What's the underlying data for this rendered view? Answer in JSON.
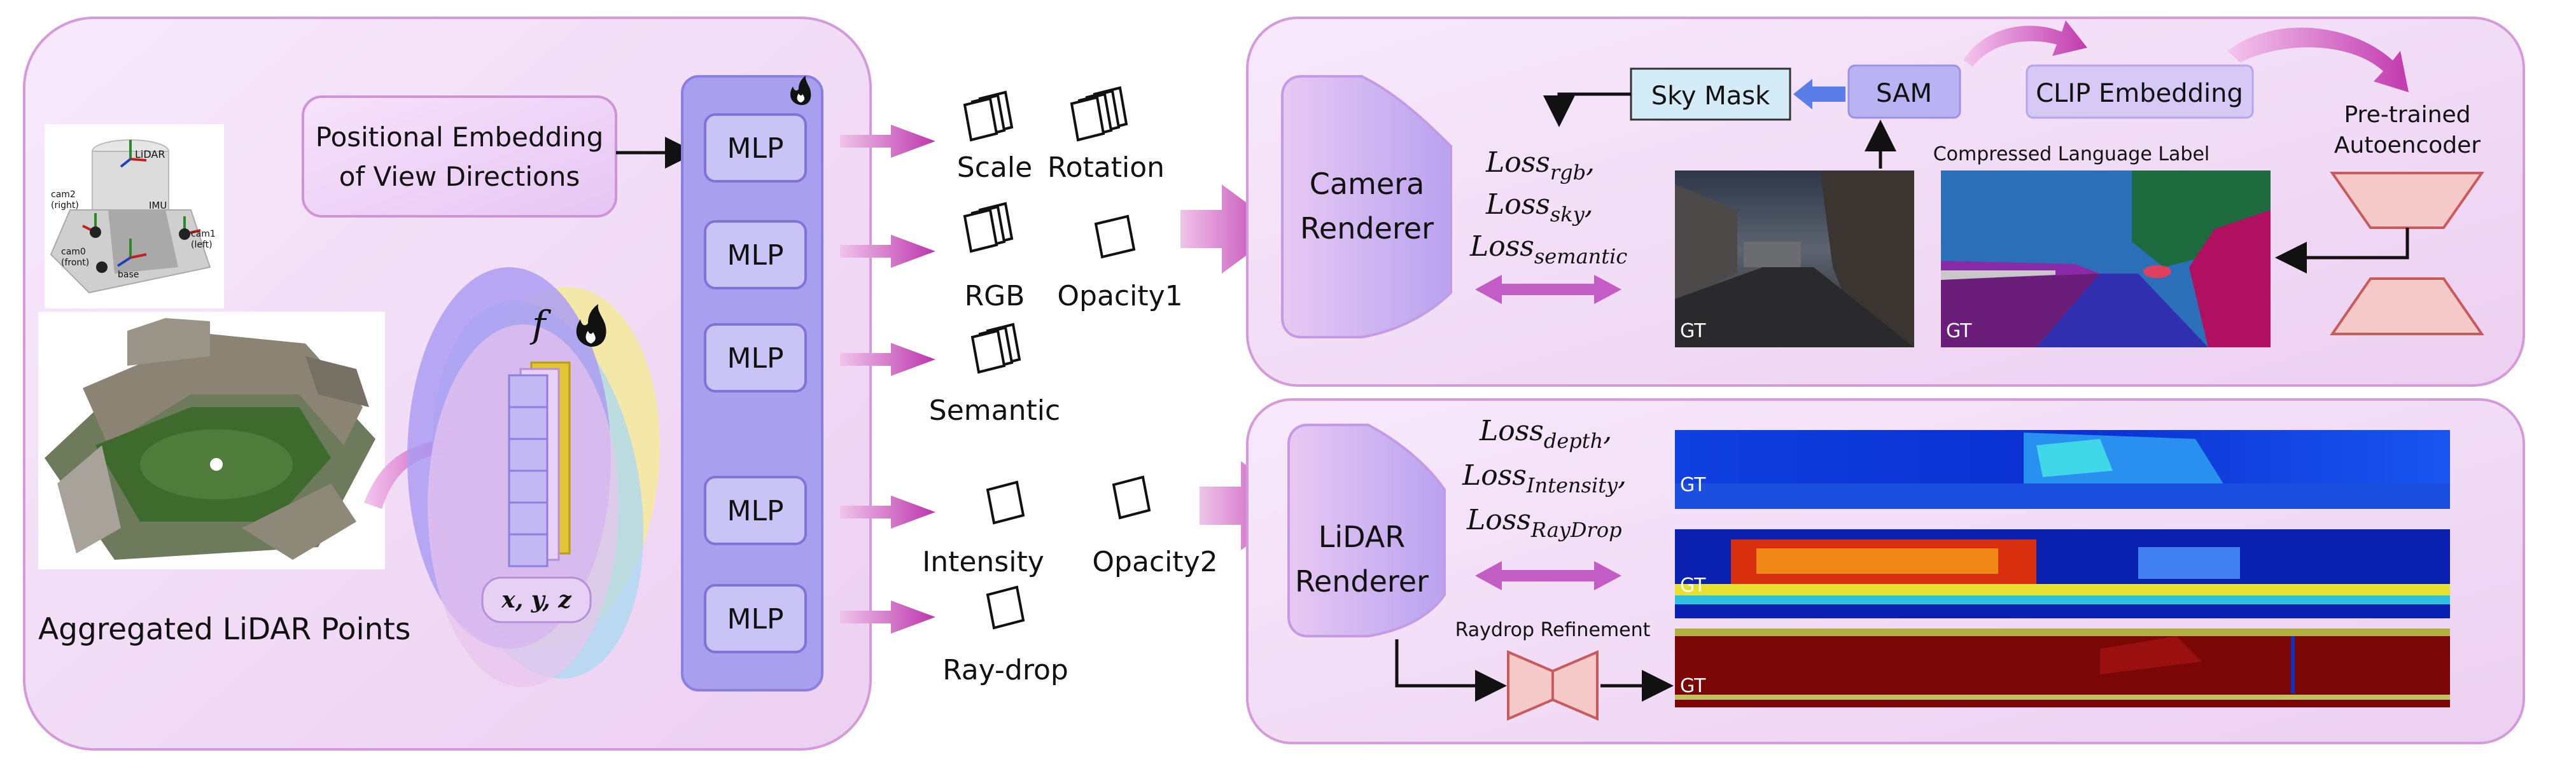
{
  "left_panel": {
    "positional_embedding": [
      "Positional Embedding",
      "of View Directions"
    ],
    "aggregated_label": "Aggregated LiDAR Points",
    "feature_symbol": "f",
    "xyz_label": "x, y, z",
    "sensor_labels": {
      "lidar": "LiDAR",
      "imu": "IMU",
      "cam2": [
        "cam2",
        "(right)"
      ],
      "cam1": [
        "cam1",
        "(left)"
      ],
      "cam0": [
        "cam0",
        "(front)"
      ],
      "base": "base"
    }
  },
  "mlp_column": {
    "labels": [
      "MLP",
      "MLP",
      "MLP",
      "MLP",
      "MLP"
    ],
    "frozen_icon": "flame-icon"
  },
  "outputs": {
    "scale": "Scale",
    "rotation": "Rotation",
    "rgb": "RGB",
    "opacity1": "Opacity1",
    "semantic": "Semantic",
    "intensity": "Intensity",
    "opacity2": "Opacity2",
    "raydrop": "Ray-drop"
  },
  "camera_panel": {
    "renderer": [
      "Camera",
      "Renderer"
    ],
    "losses": [
      {
        "base": "Loss",
        "sub": "rgb",
        "sep": ","
      },
      {
        "base": "Loss",
        "sub": "sky",
        "sep": ","
      },
      {
        "base": "Loss",
        "sub": "semantic",
        "sep": ""
      }
    ],
    "sky_mask": "Sky Mask",
    "sam": "SAM",
    "clip": "CLIP Embedding",
    "autoencoder": [
      "Pre-trained",
      "Autoencoder"
    ],
    "compressed_label": "Compressed Language Label",
    "gt": "GT"
  },
  "lidar_panel": {
    "renderer": [
      "LiDAR",
      "Renderer"
    ],
    "losses": [
      {
        "base": "Loss",
        "sub": "depth",
        "sep": ","
      },
      {
        "base": "Loss",
        "sub": "Intensity",
        "sep": ","
      },
      {
        "base": "Loss",
        "sub": "RayDrop",
        "sep": ""
      }
    ],
    "raydrop_refinement": "Raydrop Refinement",
    "gt": "GT"
  },
  "colors": {
    "panel_fill": "#f3dcf6",
    "panel_stroke": "#cf94d6",
    "mlp_column": "#a9a0ec",
    "mlp_box": "#c9c4f5",
    "arrow_magenta": "#c040b0",
    "autoencoder_fill": "#f6c9c9",
    "sky_mask_fill": "#d4ecf8"
  }
}
